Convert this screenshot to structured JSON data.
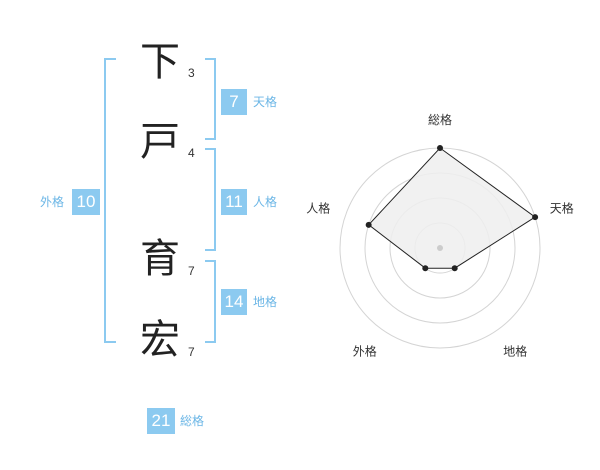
{
  "name": {
    "characters": [
      {
        "char": "下",
        "strokes": "3"
      },
      {
        "char": "戸",
        "strokes": "4"
      },
      {
        "char": "育",
        "strokes": "7"
      },
      {
        "char": "宏",
        "strokes": "7"
      }
    ]
  },
  "grids": {
    "tenkaku": {
      "value": "7",
      "label": "天格"
    },
    "jinkaku": {
      "value": "11",
      "label": "人格"
    },
    "chikaku": {
      "value": "14",
      "label": "地格"
    },
    "gaikaku": {
      "value": "10",
      "label": "外格"
    },
    "soukaku": {
      "value": "21",
      "label": "総格"
    }
  },
  "chart_data": {
    "type": "radar",
    "axes": [
      "総格",
      "天格",
      "地格",
      "外格",
      "人格"
    ],
    "values": [
      4,
      4,
      1,
      1,
      3
    ],
    "max": 4,
    "colors": {
      "fill": "#eeeeee",
      "line": "#222222",
      "ring": "#d4d4d4"
    }
  }
}
